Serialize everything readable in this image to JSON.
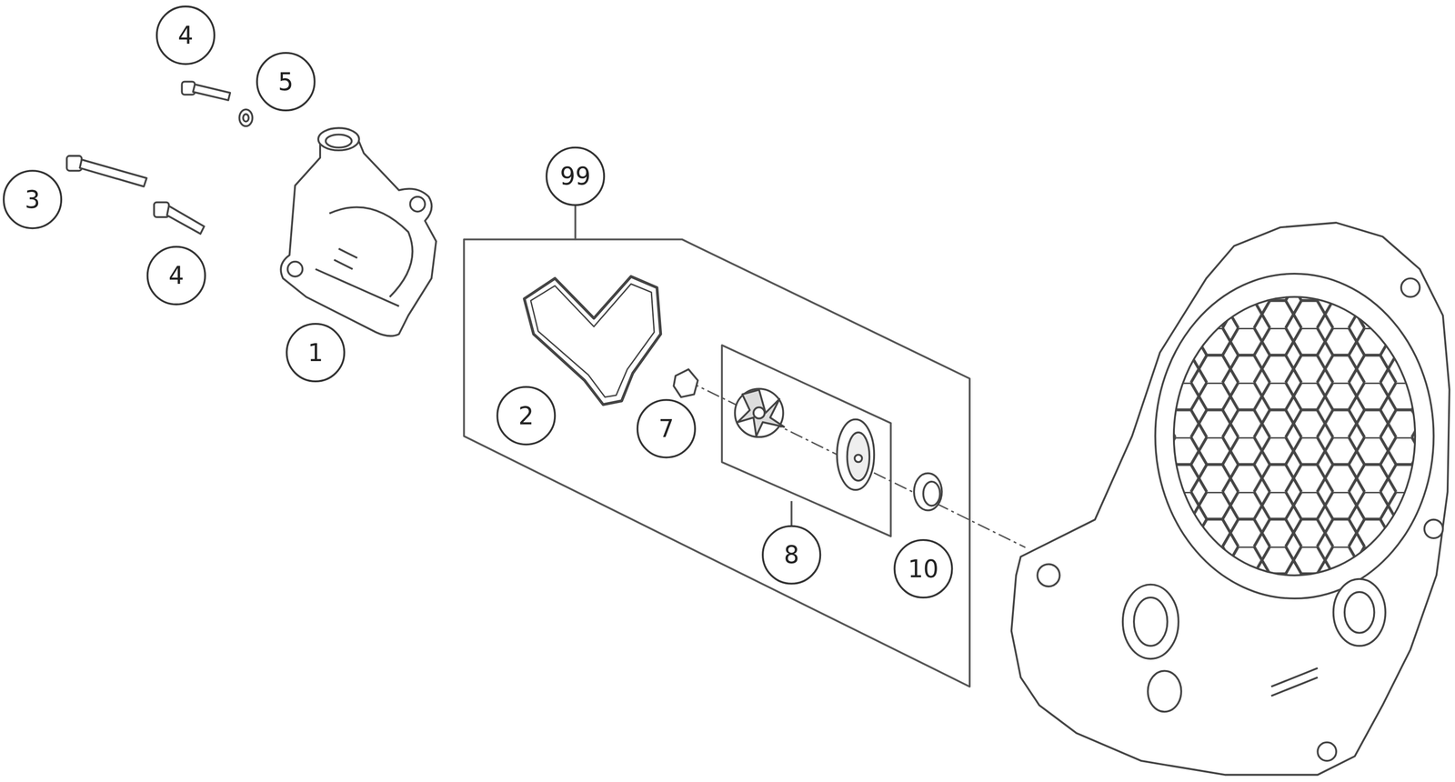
{
  "diagram": {
    "labels": [
      "4",
      "5",
      "3",
      "4",
      "1",
      "99",
      "2",
      "7",
      "8",
      "10"
    ]
  }
}
